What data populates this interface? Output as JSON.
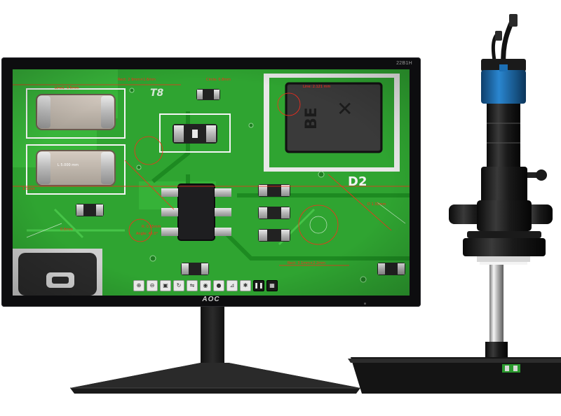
{
  "monitor": {
    "brand": "AOC",
    "model": "22B1H"
  },
  "pcb": {
    "silkscreen": {
      "d2": "D2",
      "chip_marking": "BE",
      "t8": "T8"
    },
    "measurements": [
      "Line1: 0.5mm",
      "Rect: 2.9mm×1.6mm",
      "L 5.000 mm",
      "1.5mm",
      "Circle: 0.8mm",
      "R: 0.55mm",
      "Angle: 45.0°",
      "0.6mm",
      "Line: 2.121 mm",
      "D 1.31mm",
      "Rect: 3.1mm×2.2mm"
    ]
  },
  "toolbar": {
    "buttons": [
      {
        "name": "zoom-in-icon",
        "glyph": "⊕"
      },
      {
        "name": "zoom-out-icon",
        "glyph": "⊖"
      },
      {
        "name": "fit-icon",
        "glyph": "▣"
      },
      {
        "name": "rotate-icon",
        "glyph": "↻"
      },
      {
        "name": "flip-icon",
        "glyph": "⇋"
      },
      {
        "name": "snapshot-icon",
        "glyph": "◉"
      },
      {
        "name": "record-icon",
        "glyph": "●"
      },
      {
        "name": "measure-icon",
        "glyph": "⊿"
      },
      {
        "name": "settings-icon",
        "glyph": "✱"
      },
      {
        "name": "pause-icon",
        "glyph": "❚❚"
      },
      {
        "name": "grid-icon",
        "glyph": "▦"
      }
    ]
  },
  "colors": {
    "pcb_green": "#2a9a2e",
    "annotation_red": "#ff2a1a",
    "camera_blue": "#1c6fb4",
    "bezel": "#0d0d0f"
  }
}
